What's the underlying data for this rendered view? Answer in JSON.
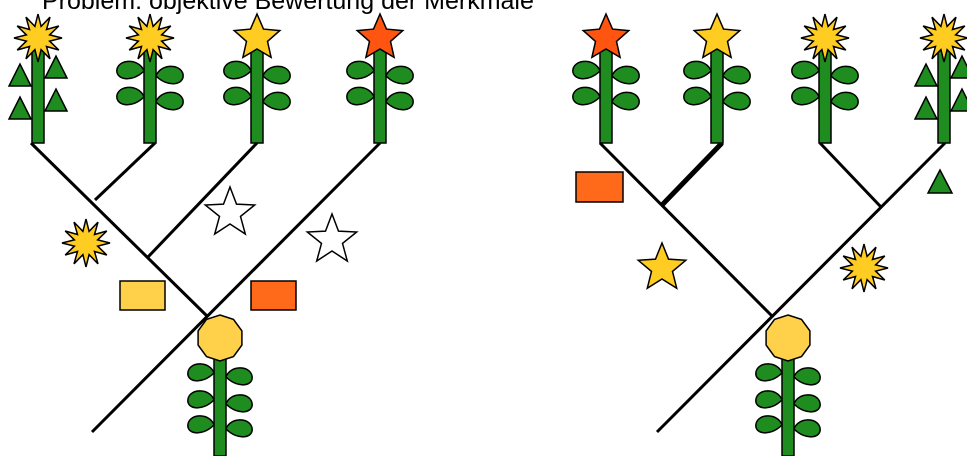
{
  "title": "Problem: objektive Bewertung der Merkmale",
  "colors": {
    "stem": "#1e8c1e",
    "leaf": "#1e8c1e",
    "yellow": "#ffcc22",
    "light_yellow": "#ffd04a",
    "orange": "#ff6a1a",
    "red_orange": "#ff5511",
    "outline": "#000000",
    "white": "#ffffff"
  },
  "icons": {
    "flower_head_types": [
      "sun-burst-icon",
      "star-icon",
      "red-star-icon"
    ],
    "leaf_types": [
      "round-leaf-icon",
      "triangle-leaf-icon"
    ],
    "character_marks": [
      "sunburst-mark-icon",
      "star-mark-icon",
      "rectangle-mark-icon",
      "triangle-mark-icon"
    ],
    "ancestor": "ancestor-plant-icon"
  },
  "trees": [
    {
      "name": "cladogram-left",
      "tips": [
        {
          "head": "sunburst-yellow",
          "leaves": "triangle"
        },
        {
          "head": "sunburst-yellow",
          "leaves": "round"
        },
        {
          "head": "star-yellow",
          "leaves": "round"
        },
        {
          "head": "star-red",
          "leaves": "round"
        }
      ],
      "marks": [
        "sunburst-yellow",
        "star-white",
        "star-white",
        "rect-yellow",
        "rect-orange"
      ]
    },
    {
      "name": "cladogram-right",
      "tips": [
        {
          "head": "star-red",
          "leaves": "round"
        },
        {
          "head": "star-yellow",
          "leaves": "round"
        },
        {
          "head": "sunburst-yellow",
          "leaves": "round"
        },
        {
          "head": "sunburst-yellow",
          "leaves": "triangle"
        }
      ],
      "marks": [
        "rect-orange",
        "star-yellow",
        "sunburst-yellow",
        "triangle-green"
      ]
    }
  ]
}
